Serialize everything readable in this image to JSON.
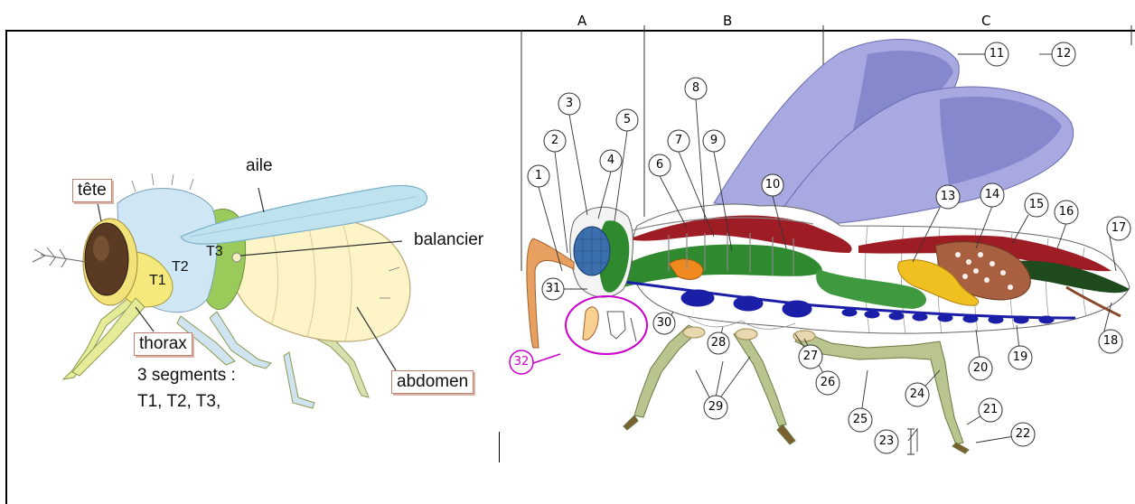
{
  "left_figure": {
    "labels": {
      "head": "tête",
      "wing": "aile",
      "haltere": "balancier",
      "thorax": "thorax",
      "segments_line1": "3 segments :",
      "segments_line2": "T1, T2, T3,",
      "abdomen": "abdomen",
      "t1": "T1",
      "t2": "T2",
      "t3": "T3"
    },
    "colors": {
      "head": "#f2e27a",
      "thorax_t1": "#f4e97a",
      "thorax_t2": "#cfe6f4",
      "thorax_t3": "#9acb5a",
      "abdomen": "#fdf5c8",
      "wing": "#bfe3ee"
    }
  },
  "right_figure": {
    "sections": [
      "A",
      "B",
      "C"
    ],
    "numbers": [
      "1",
      "2",
      "3",
      "4",
      "5",
      "6",
      "7",
      "8",
      "9",
      "10",
      "11",
      "12",
      "13",
      "14",
      "15",
      "16",
      "17",
      "18",
      "19",
      "20",
      "21",
      "22",
      "23",
      "24",
      "25",
      "26",
      "27",
      "28",
      "29",
      "30",
      "31",
      "32"
    ],
    "colors": {
      "wing": "#9c9fdc",
      "wing_dark": "#7d80c8",
      "dorsal_vessel": "#9e1c24",
      "gut": "#2f8a2f",
      "nerve_cord": "#1b1fa8",
      "leg": "#b9c48e",
      "eye": "#3b6fae",
      "highlight": "#cc00cc",
      "gland": "#f0c020",
      "tubules": "#8a4a2a"
    }
  }
}
